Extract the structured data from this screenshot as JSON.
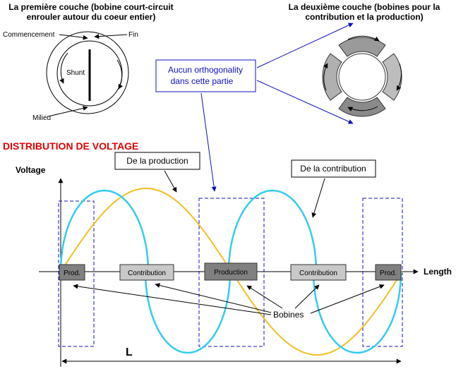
{
  "layer1": {
    "title_line1": "La première couche (bobine court-circuit",
    "title_line2": "enrouler autour du coeur entier)",
    "label_start": "Commencement",
    "label_end": "Fin",
    "label_shunt": "Shunt",
    "label_middle": "Milieu"
  },
  "layer2": {
    "title_line1": "La deuxième couche (bobines pour la",
    "title_line2": "contribution et la production)"
  },
  "note": {
    "line1": "Aucun orthogonality",
    "line2": "dans cette partie"
  },
  "section_title": "DISTRIBUTION DE VOLTAGE",
  "axis": {
    "y_label": "Voltage",
    "x_label": "Length",
    "length_label": "L"
  },
  "callouts": {
    "production": "De la production",
    "contribution": "De la contribution",
    "coils": "Bobines"
  },
  "blocks": {
    "prod_left": "Prod.",
    "contribution_1": "Contribution",
    "production_mid": "Production",
    "contribution_2": "Contribution",
    "prod_right": "Prod."
  },
  "colors": {
    "cyan_curve": "#33ccee",
    "yellow_curve": "#f0c020",
    "title_red": "#e00000",
    "note_blue": "#1010c0",
    "coil_gray": "#999999",
    "block_dark": "#808080",
    "block_light": "#c8c8c8"
  }
}
